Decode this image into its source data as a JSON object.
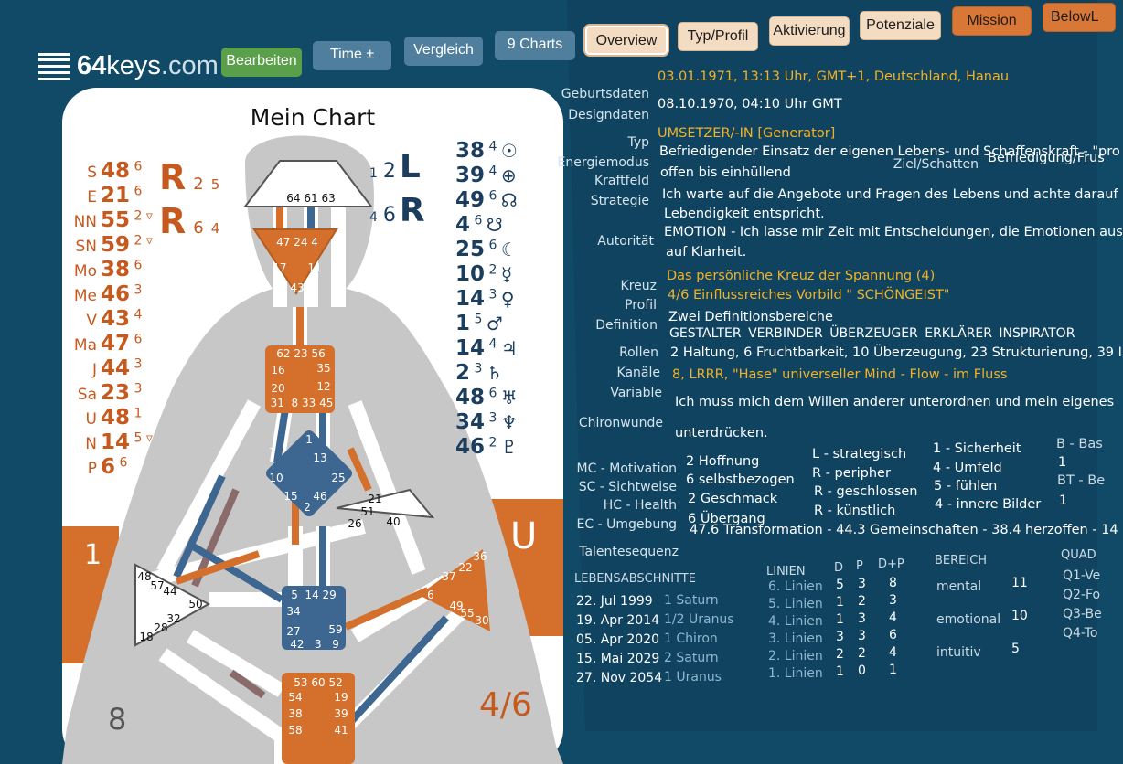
{
  "logo": {
    "text_a": "64",
    "text_b": "keys",
    "text_c": ".com"
  },
  "toolbar": {
    "bearbeiten": "Bearbeiten",
    "time": "Time ±",
    "vergleich": "Vergleich",
    "charts": "9 Charts"
  },
  "tabs": [
    "Overview",
    "Typ/Profil",
    "Aktivierung",
    "Potenziale",
    "Mission",
    "BelowL"
  ],
  "chart": {
    "title": "Mein Chart",
    "design_planets": [
      {
        "sym": "S",
        "gate": "48",
        "line": "6"
      },
      {
        "sym": "E",
        "gate": "21",
        "line": "6"
      },
      {
        "sym": "NN",
        "gate": "55",
        "line": "2 ▿"
      },
      {
        "sym": "SN",
        "gate": "59",
        "line": "2 ▿"
      },
      {
        "sym": "Mo",
        "gate": "38",
        "line": "6"
      },
      {
        "sym": "Me",
        "gate": "46",
        "line": "3"
      },
      {
        "sym": "V",
        "gate": "43",
        "line": "4"
      },
      {
        "sym": "Ma",
        "gate": "47",
        "line": "6"
      },
      {
        "sym": "J",
        "gate": "44",
        "line": "3"
      },
      {
        "sym": "Sa",
        "gate": "23",
        "line": "3"
      },
      {
        "sym": "U",
        "gate": "48",
        "line": "1"
      },
      {
        "sym": "N",
        "gate": "14",
        "line": "5 ▿"
      },
      {
        "sym": "P",
        "gate": "6",
        "line": "6"
      }
    ],
    "personality_planets": [
      {
        "gate": "38",
        "line": "4",
        "sym": "☉"
      },
      {
        "gate": "39",
        "line": "4",
        "sym": "⊕"
      },
      {
        "gate": "49",
        "line": "6",
        "sym": "☊"
      },
      {
        "gate": "4",
        "line": "6",
        "sym": "☋"
      },
      {
        "gate": "25",
        "line": "6",
        "sym": "☾"
      },
      {
        "gate": "10",
        "line": "2",
        "sym": "☿"
      },
      {
        "gate": "14",
        "line": "3",
        "sym": "♀"
      },
      {
        "gate": "1",
        "line": "5",
        "sym": "♂"
      },
      {
        "gate": "14",
        "line": "4",
        "sym": "♃"
      },
      {
        "gate": "2",
        "line": "3",
        "sym": "♄"
      },
      {
        "gate": "48",
        "line": "6",
        "sym": "♅"
      },
      {
        "gate": "34",
        "line": "3",
        "sym": "♆"
      },
      {
        "gate": "46",
        "line": "2",
        "sym": "♇"
      }
    ],
    "variable_left": [
      {
        "letter": "R",
        "a": "2",
        "b": "5"
      },
      {
        "letter": "R",
        "a": "6",
        "b": "4"
      }
    ],
    "variable_right": [
      {
        "a": "1",
        "b": "2",
        "letter": "L"
      },
      {
        "a": "4",
        "b": "6",
        "letter": "R"
      }
    ],
    "corner_left": "1",
    "corner_right": "U",
    "profile": "4/6",
    "bottom_num": "8",
    "gates": {
      "head": "64 61 63",
      "ajna_top": "47 24 4",
      "ajna_mid": "17      11",
      "ajna_bot": "43",
      "throat_top": "62 23 56",
      "throat_mid1": "16",
      "throat_mid2": "35",
      "throat_mid3": "20",
      "throat_mid4": "12",
      "throat_bot": "31  8 33 45",
      "g_top": "1",
      "g_r": "13",
      "g_l": "10",
      "g_rr": "25",
      "g_bl": "15",
      "g_br": "46",
      "g_b": "2",
      "ego_a": "21",
      "ego_b": "51",
      "ego_c": "26",
      "ego_d": "40",
      "spleen_a": "48",
      "spleen_b": "57",
      "spleen_c": "44",
      "spleen_d": "50",
      "spleen_e": "32",
      "spleen_f": "28",
      "spleen_g": "18",
      "sacral_top": "5  14 29",
      "sacral_l": "34",
      "sacral_bl": "27",
      "sacral_br": "59",
      "sacral_b": "42   3   9",
      "sp_a": "36",
      "sp_b": "22",
      "sp_c": "37",
      "sp_d": "6",
      "sp_e": "49",
      "sp_f": "55",
      "sp_g": "30",
      "root_top": "53 60 52",
      "root_a": "54",
      "root_b": "19",
      "root_c": "38",
      "root_d": "39",
      "root_e": "58",
      "root_f": "41"
    }
  },
  "info": {
    "geburtsdaten_label": "Geburtsdaten",
    "geburtsdaten": "03.01.1971, 13:13 Uhr, GMT+1, Deutschland, Hanau",
    "designdaten_label": "Designdaten",
    "designdaten": "08.10.1970, 04:10 Uhr GMT",
    "typ_label": "Typ",
    "typ": "UMSETZER/-IN [Generator]",
    "energiemodus_label": "Energiemodus",
    "energiemodus": "Befriedigender Einsatz der eigenen Lebens- und Schaffenskraft - \"pro",
    "kraftfeld_label": "Kraftfeld",
    "kraftfeld": "offen bis einhüllend",
    "ziel_label": "Ziel/Schatten",
    "ziel": "Befriedigung/Frus",
    "strategie_label": "Strategie",
    "strategie1": "Ich warte auf die Angebote und Fragen des Lebens und achte darauf",
    "strategie2": "Lebendigkeit entspricht.",
    "autoritaet_label": "Autorität",
    "autoritaet1": "EMOTION - Ich lasse mir Zeit mit Entscheidungen, die Emotionen aus",
    "autoritaet2": "auf Klarheit.",
    "kreuz_label": "Kreuz",
    "kreuz": "Das persönliche Kreuz der Spannung (4)",
    "profil_label": "Profil",
    "profil": "4/6 Einflussreiches Vorbild \" SCHÖNGEIST\"",
    "definition_label": "Definition",
    "definition": "Zwei Definitionsbereiche",
    "rollen_label": "Rollen",
    "rollen": "GESTALTER   VERBINDER   ÜBERZEUGER   ERKLÄRER   INSPIRATOR",
    "kanaele_label": "Kanäle",
    "kanaele": "2 Haltung, 6 Fruchtbarkeit, 10 Überzeugung, 23 Strukturierung, 39 I",
    "variable_label": "Variable",
    "variable": "8, LRRR, \"Hase\" universeller Mind - Flow - im Fluss",
    "chiron_label": "Chironwunde",
    "chiron1": "Ich muss mich dem Willen anderer unterordnen und mein eigenes",
    "chiron2": "unterdrücken."
  },
  "motivation": {
    "labels": [
      "MC - Motivation",
      "SC - Sichtweise",
      "HC - Health",
      "EC - Umgebung"
    ],
    "values": [
      "2 Hoffnung",
      "6 selbstbezogen",
      "2 Geschmack",
      "6 Übergang"
    ],
    "col3": [
      "L - strategisch",
      "R - peripher",
      "R - geschlossen",
      "R - künstlich"
    ],
    "col4": [
      "1 - Sicherheit",
      "4 - Umfeld",
      "5 - fühlen",
      "4 - innere Bilder"
    ],
    "col5_h1": "B - Bas",
    "col5_v1": "1",
    "col5_h2": "BT - Be",
    "col5_v2": "1"
  },
  "talent": {
    "label": "Talentesequenz",
    "value": "47.6 Transformation - 44.3 Gemeinschaften - 38.4 herzoffen - 14"
  },
  "leben": {
    "header": "LEBENSABSCHNITTE",
    "rows": [
      {
        "date": "22. Jul 1999",
        "event": "1 Saturn"
      },
      {
        "date": "19. Apr 2014",
        "event": "1/2 Uranus"
      },
      {
        "date": "05. Apr 2020",
        "event": "1 Chiron"
      },
      {
        "date": "15. Mai 2029",
        "event": "2 Saturn"
      },
      {
        "date": "27. Nov 2054",
        "event": "1 Uranus"
      }
    ]
  },
  "linien": {
    "header": "LINIEN",
    "cols": [
      "D",
      "P",
      "D+P"
    ],
    "rows": [
      {
        "name": "6. Linien",
        "d": "5",
        "p": "3",
        "dp": "8"
      },
      {
        "name": "5. Linien",
        "d": "1",
        "p": "2",
        "dp": "3"
      },
      {
        "name": "4. Linien",
        "d": "1",
        "p": "3",
        "dp": "4"
      },
      {
        "name": "3. Linien",
        "d": "3",
        "p": "3",
        "dp": "6"
      },
      {
        "name": "2. Linien",
        "d": "2",
        "p": "2",
        "dp": "4"
      },
      {
        "name": "1. Linien",
        "d": "1",
        "p": "0",
        "dp": "1"
      }
    ]
  },
  "bereich": {
    "header": "BEREICH",
    "rows": [
      {
        "name": "mental",
        "v": "11"
      },
      {
        "name": "emotional",
        "v": "10"
      },
      {
        "name": "intuitiv",
        "v": "5"
      }
    ]
  },
  "quad": {
    "header": "QUAD",
    "rows": [
      "Q1-Ve",
      "Q2-Fo",
      "Q3-Be",
      "Q4-To"
    ]
  }
}
